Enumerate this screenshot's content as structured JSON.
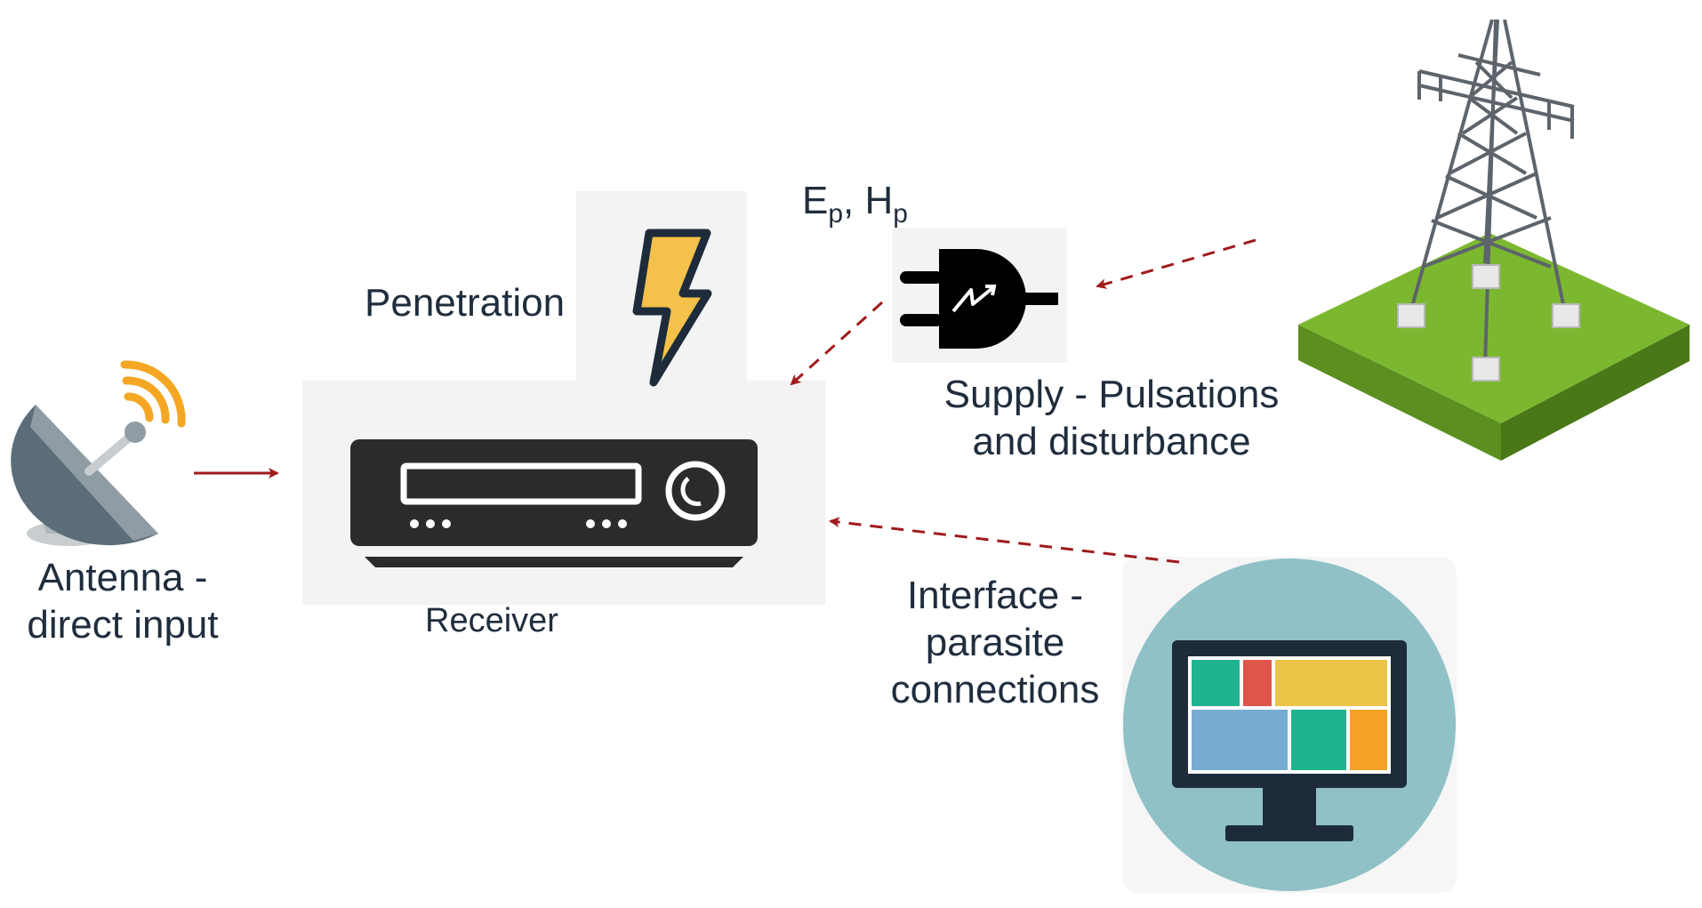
{
  "labels": {
    "field_e": "E",
    "field_e_sub": "p",
    "field_sep": ", ",
    "field_h": "H",
    "field_h_sub": "p",
    "penetration": "Penetration",
    "supply_line1": "Supply - Pulsations",
    "supply_line2": "and disturbance",
    "antenna_line1": "Antenna -",
    "antenna_line2": "direct input",
    "receiver": "Receiver",
    "interface_line1": "Interface -",
    "interface_line2": "parasite",
    "interface_line3": "connections"
  },
  "colors": {
    "arrow": "#a01b1b",
    "text": "#1f2d3d",
    "device": "#2b2b2b",
    "grass": "#7cb82f",
    "monitor_circle": "#8fc1c7",
    "monitor_frame": "#1d2b3a",
    "lightning": "#f4c14a"
  },
  "icons": [
    "satellite-dish-icon",
    "lightning-icon",
    "power-plug-icon",
    "receiver-icon",
    "power-tower-icon",
    "monitor-icon"
  ]
}
